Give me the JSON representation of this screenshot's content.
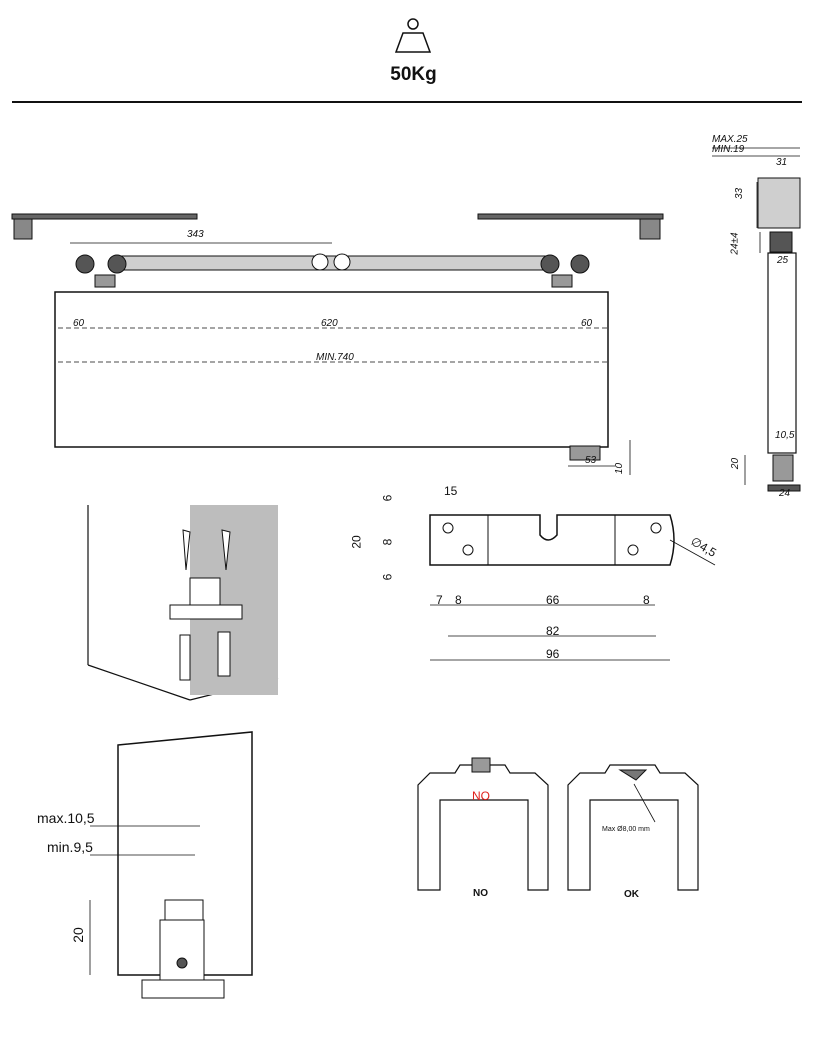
{
  "header": {
    "weight": "50Kg",
    "weight_icon": "weight-icon"
  },
  "main_view": {
    "dim_343": "343",
    "dim_60_left": "60",
    "dim_620": "620",
    "dim_60_right": "60",
    "dim_min740": "MIN.740",
    "dim_53": "53",
    "dim_10": "10"
  },
  "side_view": {
    "max25": "MAX.25",
    "min19": "MIN.19",
    "dim_31": "31",
    "dim_33": "33",
    "dim_24": "24±4",
    "dim_25": "25",
    "dim_10_5": "10,5",
    "dim_20": "20",
    "dim_24b": "24"
  },
  "bracket": {
    "d15": "15",
    "d6a": "6",
    "d20": "20",
    "d8v": "8",
    "d6b": "6",
    "hole": "∅4,5",
    "d7": "7",
    "d8a": "8",
    "d66": "66",
    "d8b": "8",
    "d82": "82",
    "d96": "96"
  },
  "guide_detail": {
    "max": "max.10,5",
    "min": "min.9,5",
    "height": "20"
  },
  "track": {
    "no_red": "NO",
    "no_label": "NO",
    "ok_label": "OK",
    "max_diameter": "Max Ø8,00 mm"
  },
  "colors": {
    "ink": "#111111",
    "warning": "#e0201b",
    "hatch": "#bdbdbd"
  }
}
